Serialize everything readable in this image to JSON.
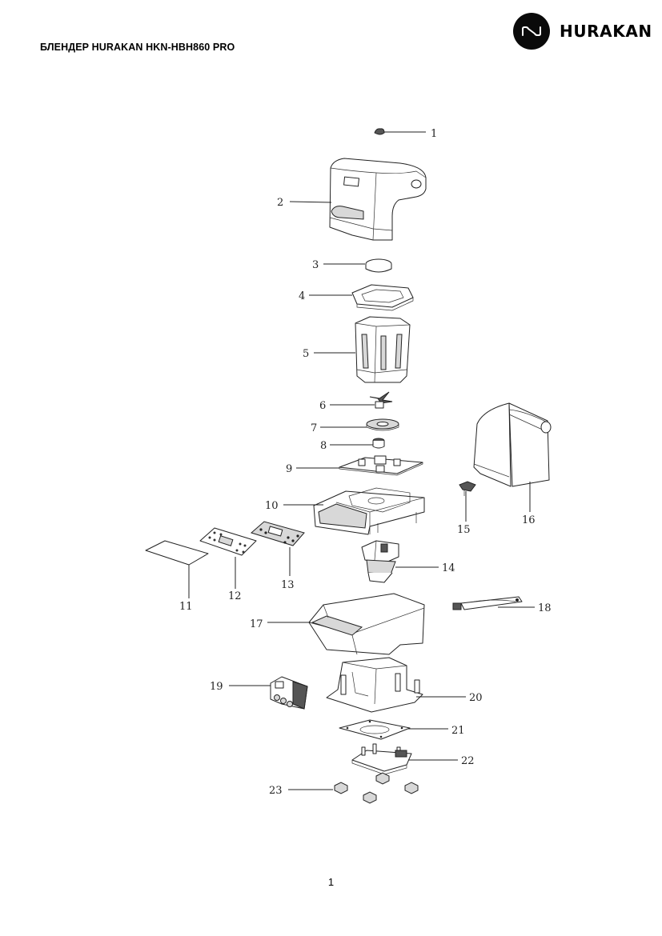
{
  "header": {
    "title": "БЛЕНДЕР HURAKAN HKN-HBH860 PRO",
    "brand": "HURAKAN"
  },
  "diagram": {
    "parts": [
      {
        "number": "1"
      },
      {
        "number": "2"
      },
      {
        "number": "3"
      },
      {
        "number": "4"
      },
      {
        "number": "5"
      },
      {
        "number": "6"
      },
      {
        "number": "7"
      },
      {
        "number": "8"
      },
      {
        "number": "9"
      },
      {
        "number": "10"
      },
      {
        "number": "11"
      },
      {
        "number": "12"
      },
      {
        "number": "13"
      },
      {
        "number": "14"
      },
      {
        "number": "15"
      },
      {
        "number": "16"
      },
      {
        "number": "17"
      },
      {
        "number": "18"
      },
      {
        "number": "19"
      },
      {
        "number": "20"
      },
      {
        "number": "21"
      },
      {
        "number": "22"
      },
      {
        "number": "23"
      }
    ]
  },
  "footer": {
    "page_number": "1"
  }
}
